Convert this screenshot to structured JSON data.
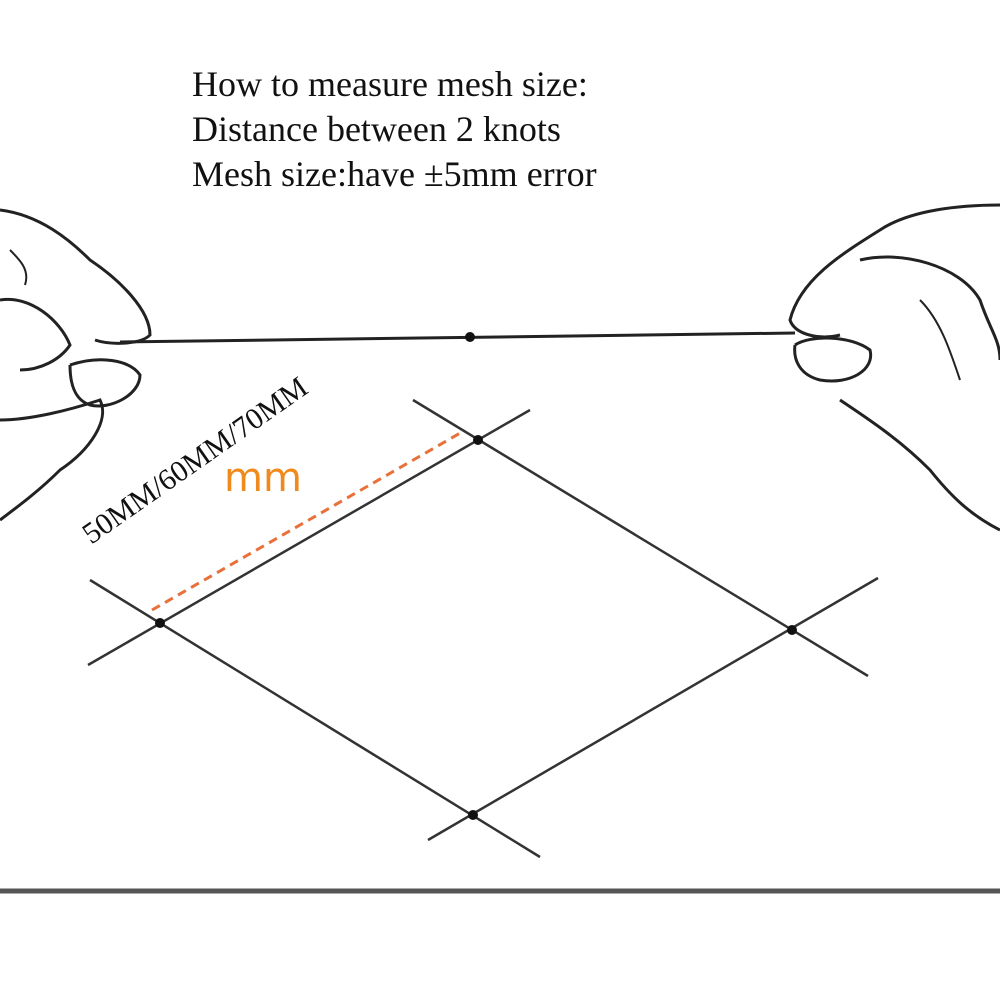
{
  "instructions": {
    "line1": "How to measure mesh size:",
    "line2": "Distance between 2 knots",
    "line3": "Mesh size:have ±5mm error"
  },
  "labels": {
    "sizes": "50MM/60MM/70MM",
    "unit": "mm"
  },
  "colors": {
    "accent": "#f08a1c",
    "dashed": "#e8703a",
    "line": "#222222"
  }
}
